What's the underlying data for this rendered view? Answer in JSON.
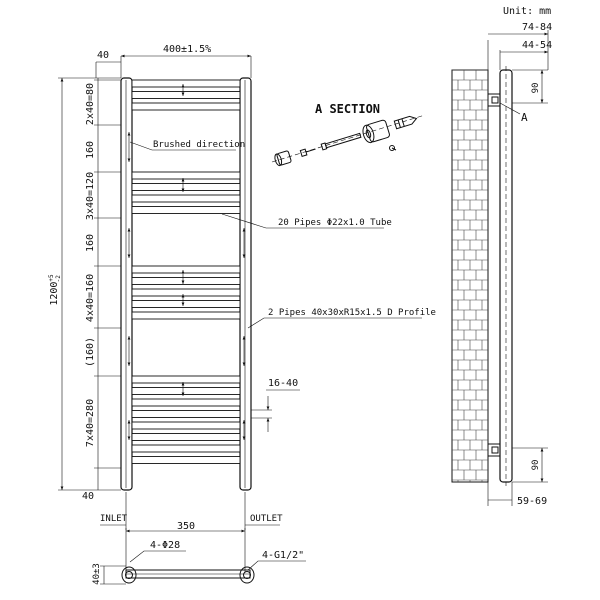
{
  "units": "Unit: mm",
  "front": {
    "dim_top_side": "40",
    "dim_top_width": "400±1.5%",
    "dim_height_main": "1200",
    "dim_height_tol_upper": "+5",
    "dim_height_tol_lower": "-2",
    "dim_bottom_side": "40",
    "segments": [
      "2x40=80",
      "160",
      "3x40=120",
      "160",
      "4x40=160",
      "(160)",
      "7x40=280"
    ],
    "brushed_direction": "Brushed direction",
    "pipes_label": "20 Pipes Φ22x1.0 Tube",
    "profile_label": "2 Pipes 40x30xR15x1.5 D Profile",
    "gap_label": "16-40",
    "inlet": "INLET",
    "outlet": "OUTLET"
  },
  "section": {
    "title": "A SECTION",
    "marker": "A"
  },
  "side": {
    "dim_top_1": "74-84",
    "dim_top_2": "44-54",
    "bracket_top": "90",
    "bracket_bottom": "90",
    "dim_bottom": "59-69"
  },
  "bottom": {
    "width": "350",
    "holes": "4-Φ28",
    "thread": "4-G1/2\"",
    "depth": "40±3"
  }
}
